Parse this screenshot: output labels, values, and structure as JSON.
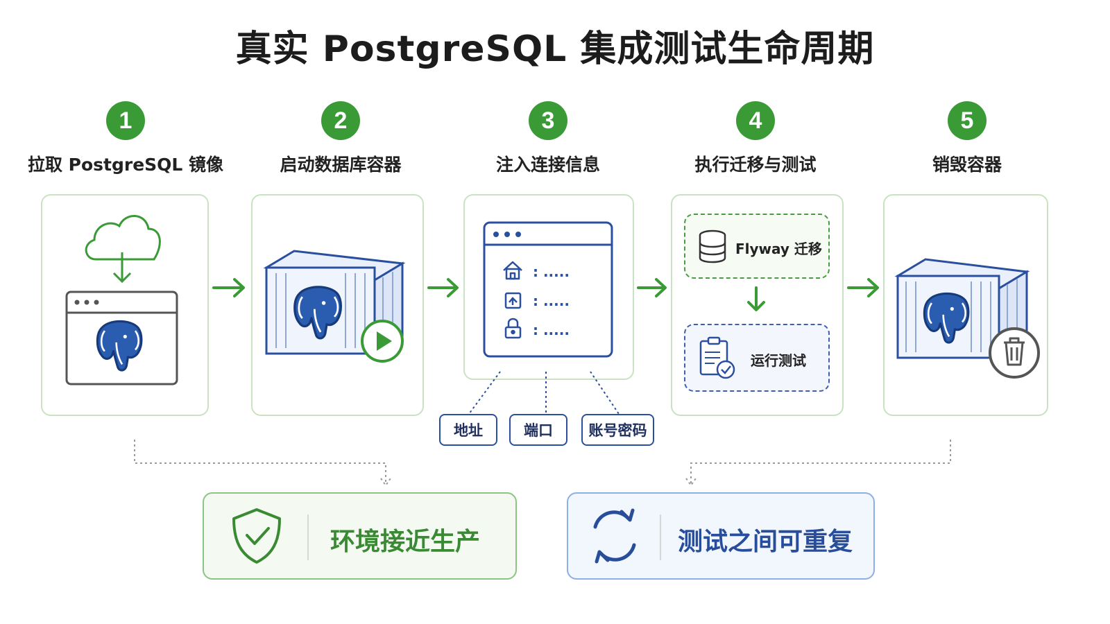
{
  "title": "真实 PostgreSQL 集成测试生命周期",
  "steps": [
    {
      "number": "1",
      "label": "拉取 PostgreSQL 镜像"
    },
    {
      "number": "2",
      "label": "启动数据库容器"
    },
    {
      "number": "3",
      "label": "注入连接信息"
    },
    {
      "number": "4",
      "label": "执行迁移与测试"
    },
    {
      "number": "5",
      "label": "销毁容器"
    }
  ],
  "connection_params": [
    "地址",
    "端口",
    "账号密码"
  ],
  "masked_value": ": .....",
  "migration_label": "Flyway 迁移",
  "run_tests_label": "运行测试",
  "benefits": {
    "production_like": "环境接近生产",
    "repeatable": "测试之间可重复"
  },
  "colors": {
    "green": "#3a9a35",
    "blue": "#2a4f9e",
    "gray": "#555555"
  }
}
